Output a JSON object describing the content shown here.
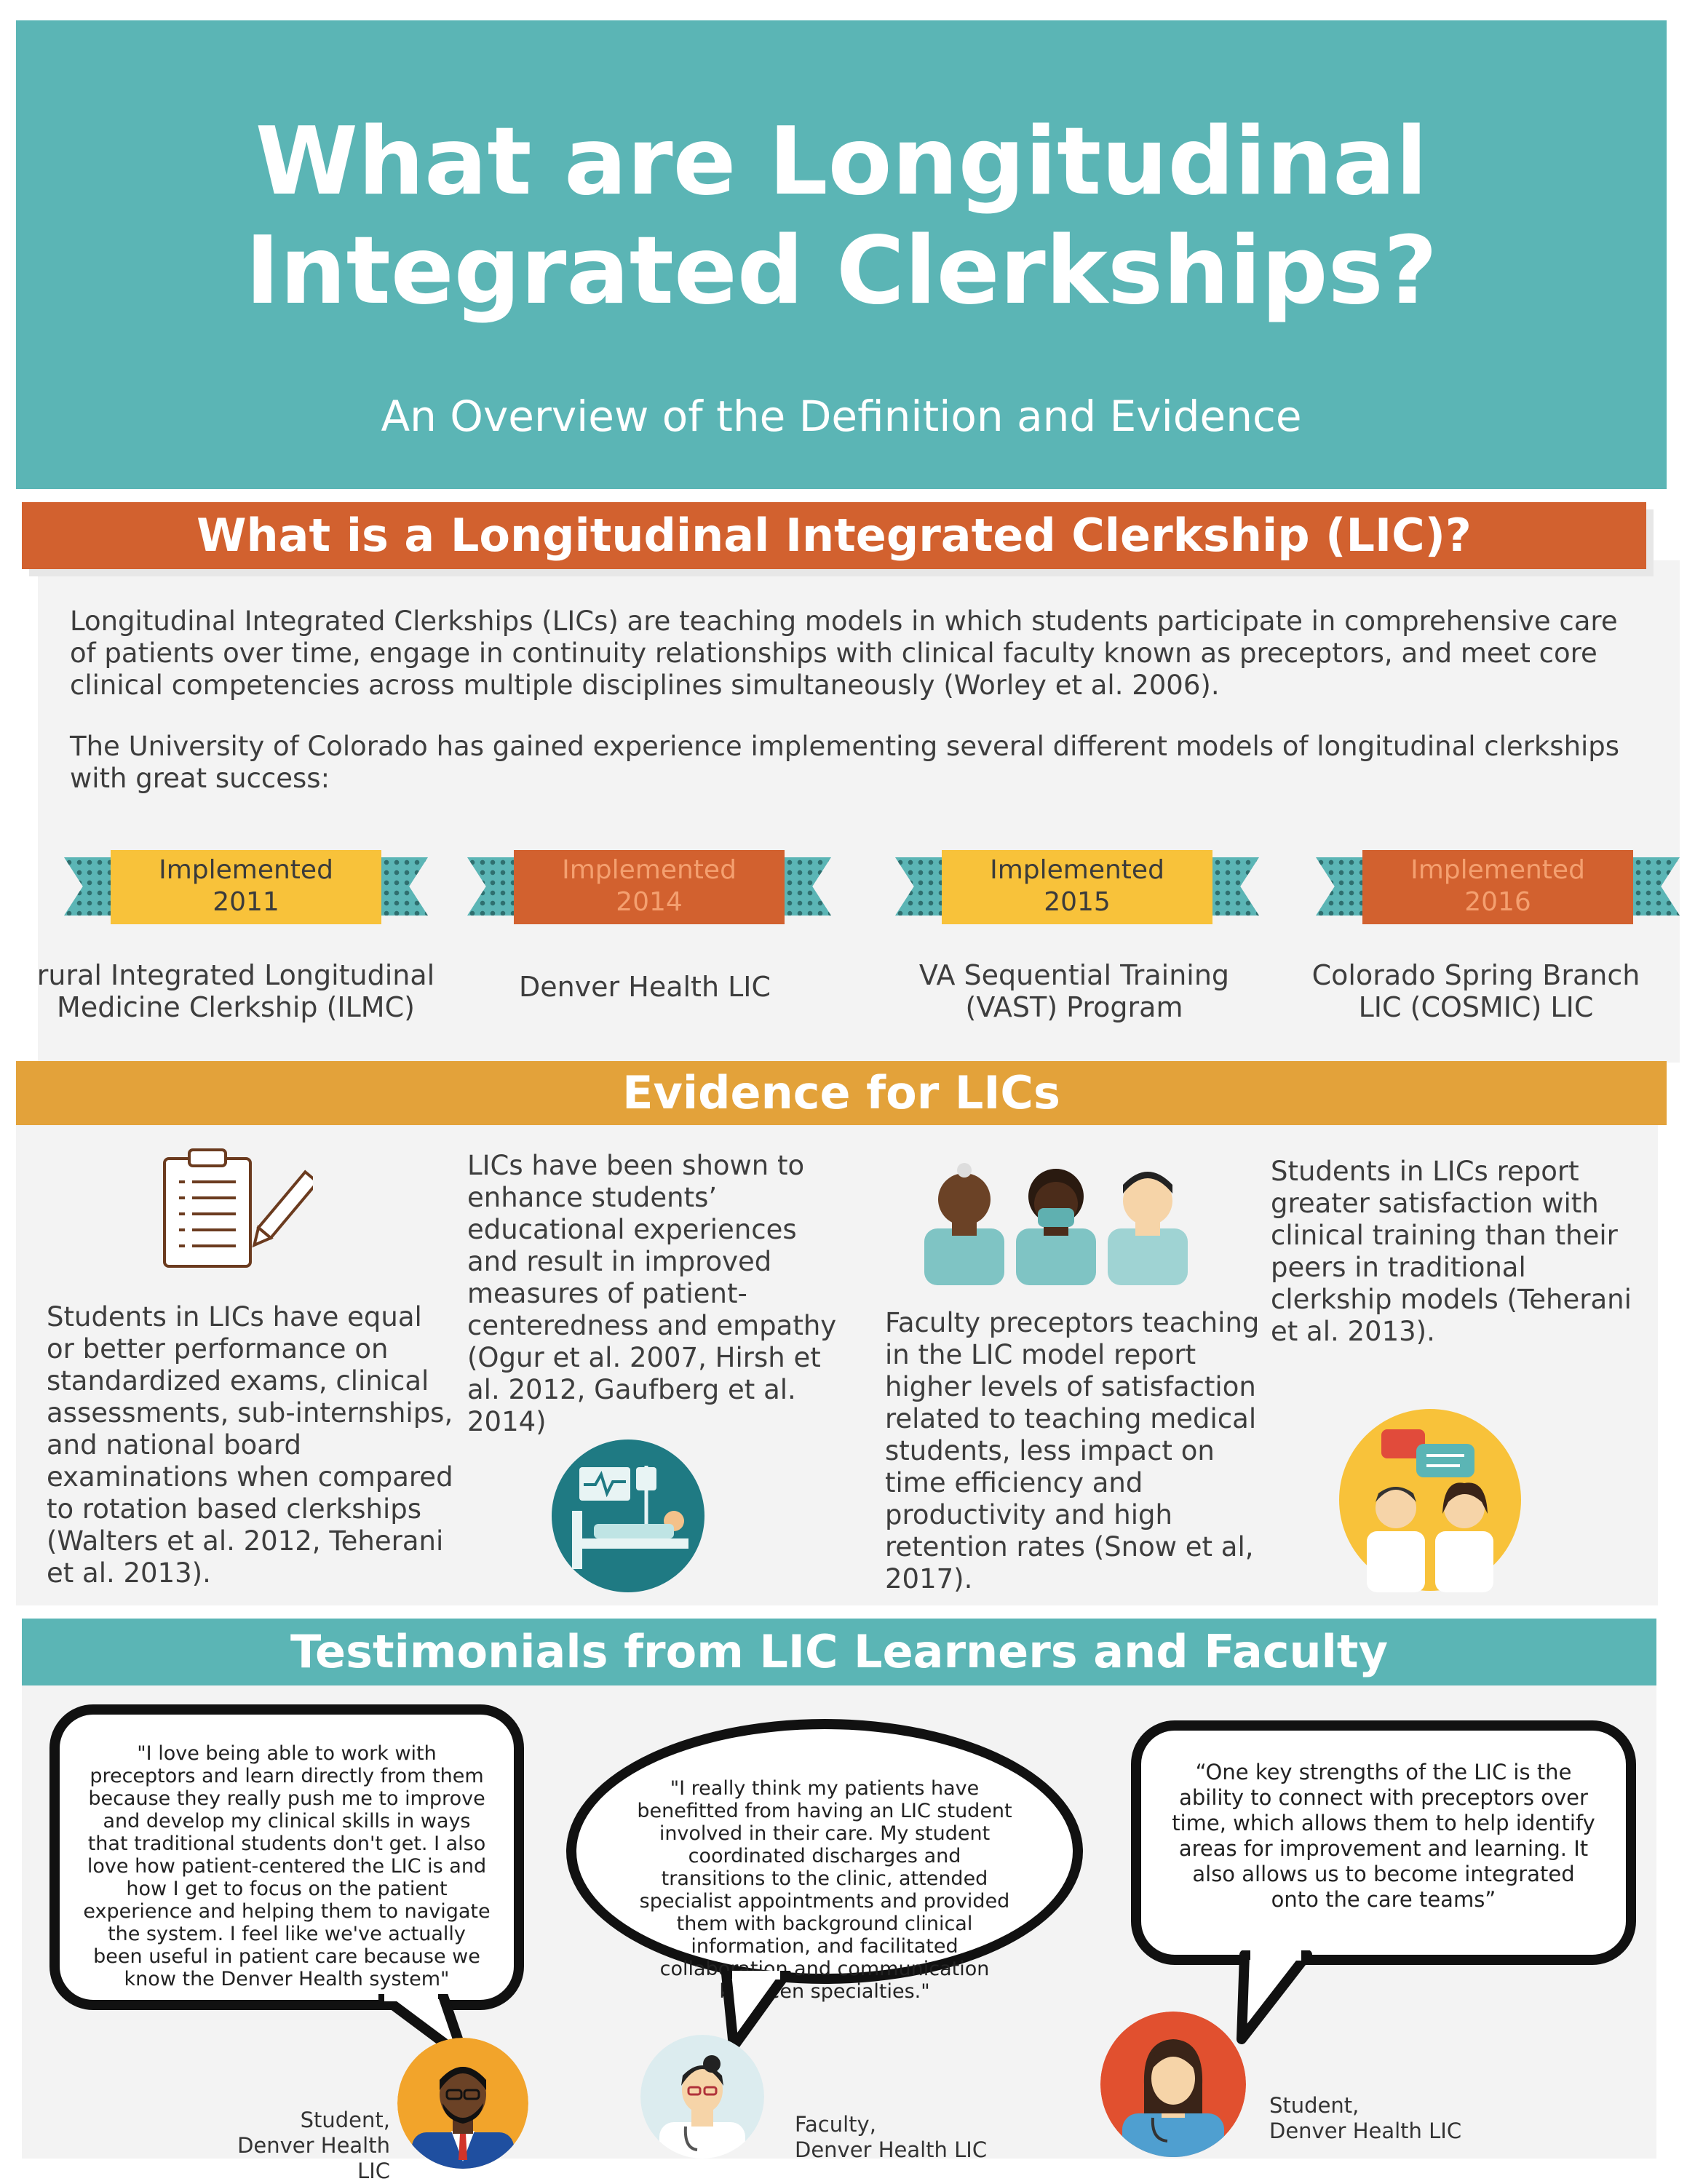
{
  "header": {
    "title_line1": "What are Longitudinal",
    "title_line2": "Integrated Clerkships?",
    "subtitle": "An Overview of the Definition and Evidence"
  },
  "section1": {
    "heading": "What is a Longitudinal Integrated Clerkship (LIC)?",
    "paragraph1": "Longitudinal Integrated Clerkships (LICs) are teaching models in which students participate in comprehensive care of patients over time, engage in continuity relationships with clinical faculty known as preceptors, and meet core clinical competencies across multiple disciplines simultaneously (Worley et al. 2006).",
    "paragraph2": "The University of Colorado has gained experience implementing several different models of longitudinal clerkships with great success:",
    "programs": [
      {
        "label": "Implemented",
        "year": "2011",
        "name_line1": "rural Integrated Longitudinal",
        "name_line2": "Medicine Clerkship (ILMC)"
      },
      {
        "label": "Implemented",
        "year": "2014",
        "name_line1": "Denver Health LIC",
        "name_line2": ""
      },
      {
        "label": "Implemented",
        "year": "2015",
        "name_line1": "VA Sequential Training",
        "name_line2": "(VAST) Program"
      },
      {
        "label": "Implemented",
        "year": "2016",
        "name_line1": "Colorado Spring Branch",
        "name_line2": "LIC (COSMIC) LIC"
      }
    ]
  },
  "section2": {
    "heading": "Evidence for LICs",
    "items": [
      "Students in LICs have equal or better performance on standardized exams, clinical assessments, sub-internships, and national board examinations when compared to rotation based clerkships (Walters et al. 2012,  Teherani et al. 2013).",
      "LICs have been shown to enhance students’ educational experiences and result in improved measures of patient-centeredness and empathy (Ogur et al. 2007, Hirsh et al. 2012, Gaufberg et al. 2014)",
      "Faculty preceptors teaching in the LIC model report higher levels of satisfaction related to teaching medical students, less impact on time efficiency and productivity and high retention rates (Snow et al, 2017).",
      "Students in LICs report greater satisfaction with clinical training than their peers in traditional clerkship models (Teherani et al. 2013)."
    ]
  },
  "section3": {
    "heading": "Testimonials from LIC Learners and Faculty",
    "quotes": [
      {
        "text": "\"I love being able to work with preceptors and learn directly from them because they really push me to improve and develop my clinical skills in ways that traditional students don't get. I also love how patient-centered the LIC is and how I get to focus on the patient experience and helping them to navigate the system. I feel like we've actually been useful in patient care because we know the Denver Health system\"",
        "role": "Student,",
        "org": "Denver Health LIC"
      },
      {
        "text": "\"I really think my patients have benefitted from having an LIC student involved in their care.  My student coordinated discharges and transitions to the clinic, attended specialist appointments and provided them with background clinical information, and facilitated collaboration and communication between specialties.\"",
        "role": "Faculty,",
        "org": "Denver Health LIC"
      },
      {
        "text": "“One key strengths of the LIC is the ability to connect with preceptors over time, which allows them to help identify areas for improvement and learning. It also allows us to become integrated onto the care teams”",
        "role": "Student,",
        "org": "Denver Health LIC"
      }
    ]
  },
  "colors": {
    "teal": "#5bb5b5",
    "orange": "#d2612f",
    "gold": "#e3a23a",
    "yellow": "#f8c23a"
  }
}
